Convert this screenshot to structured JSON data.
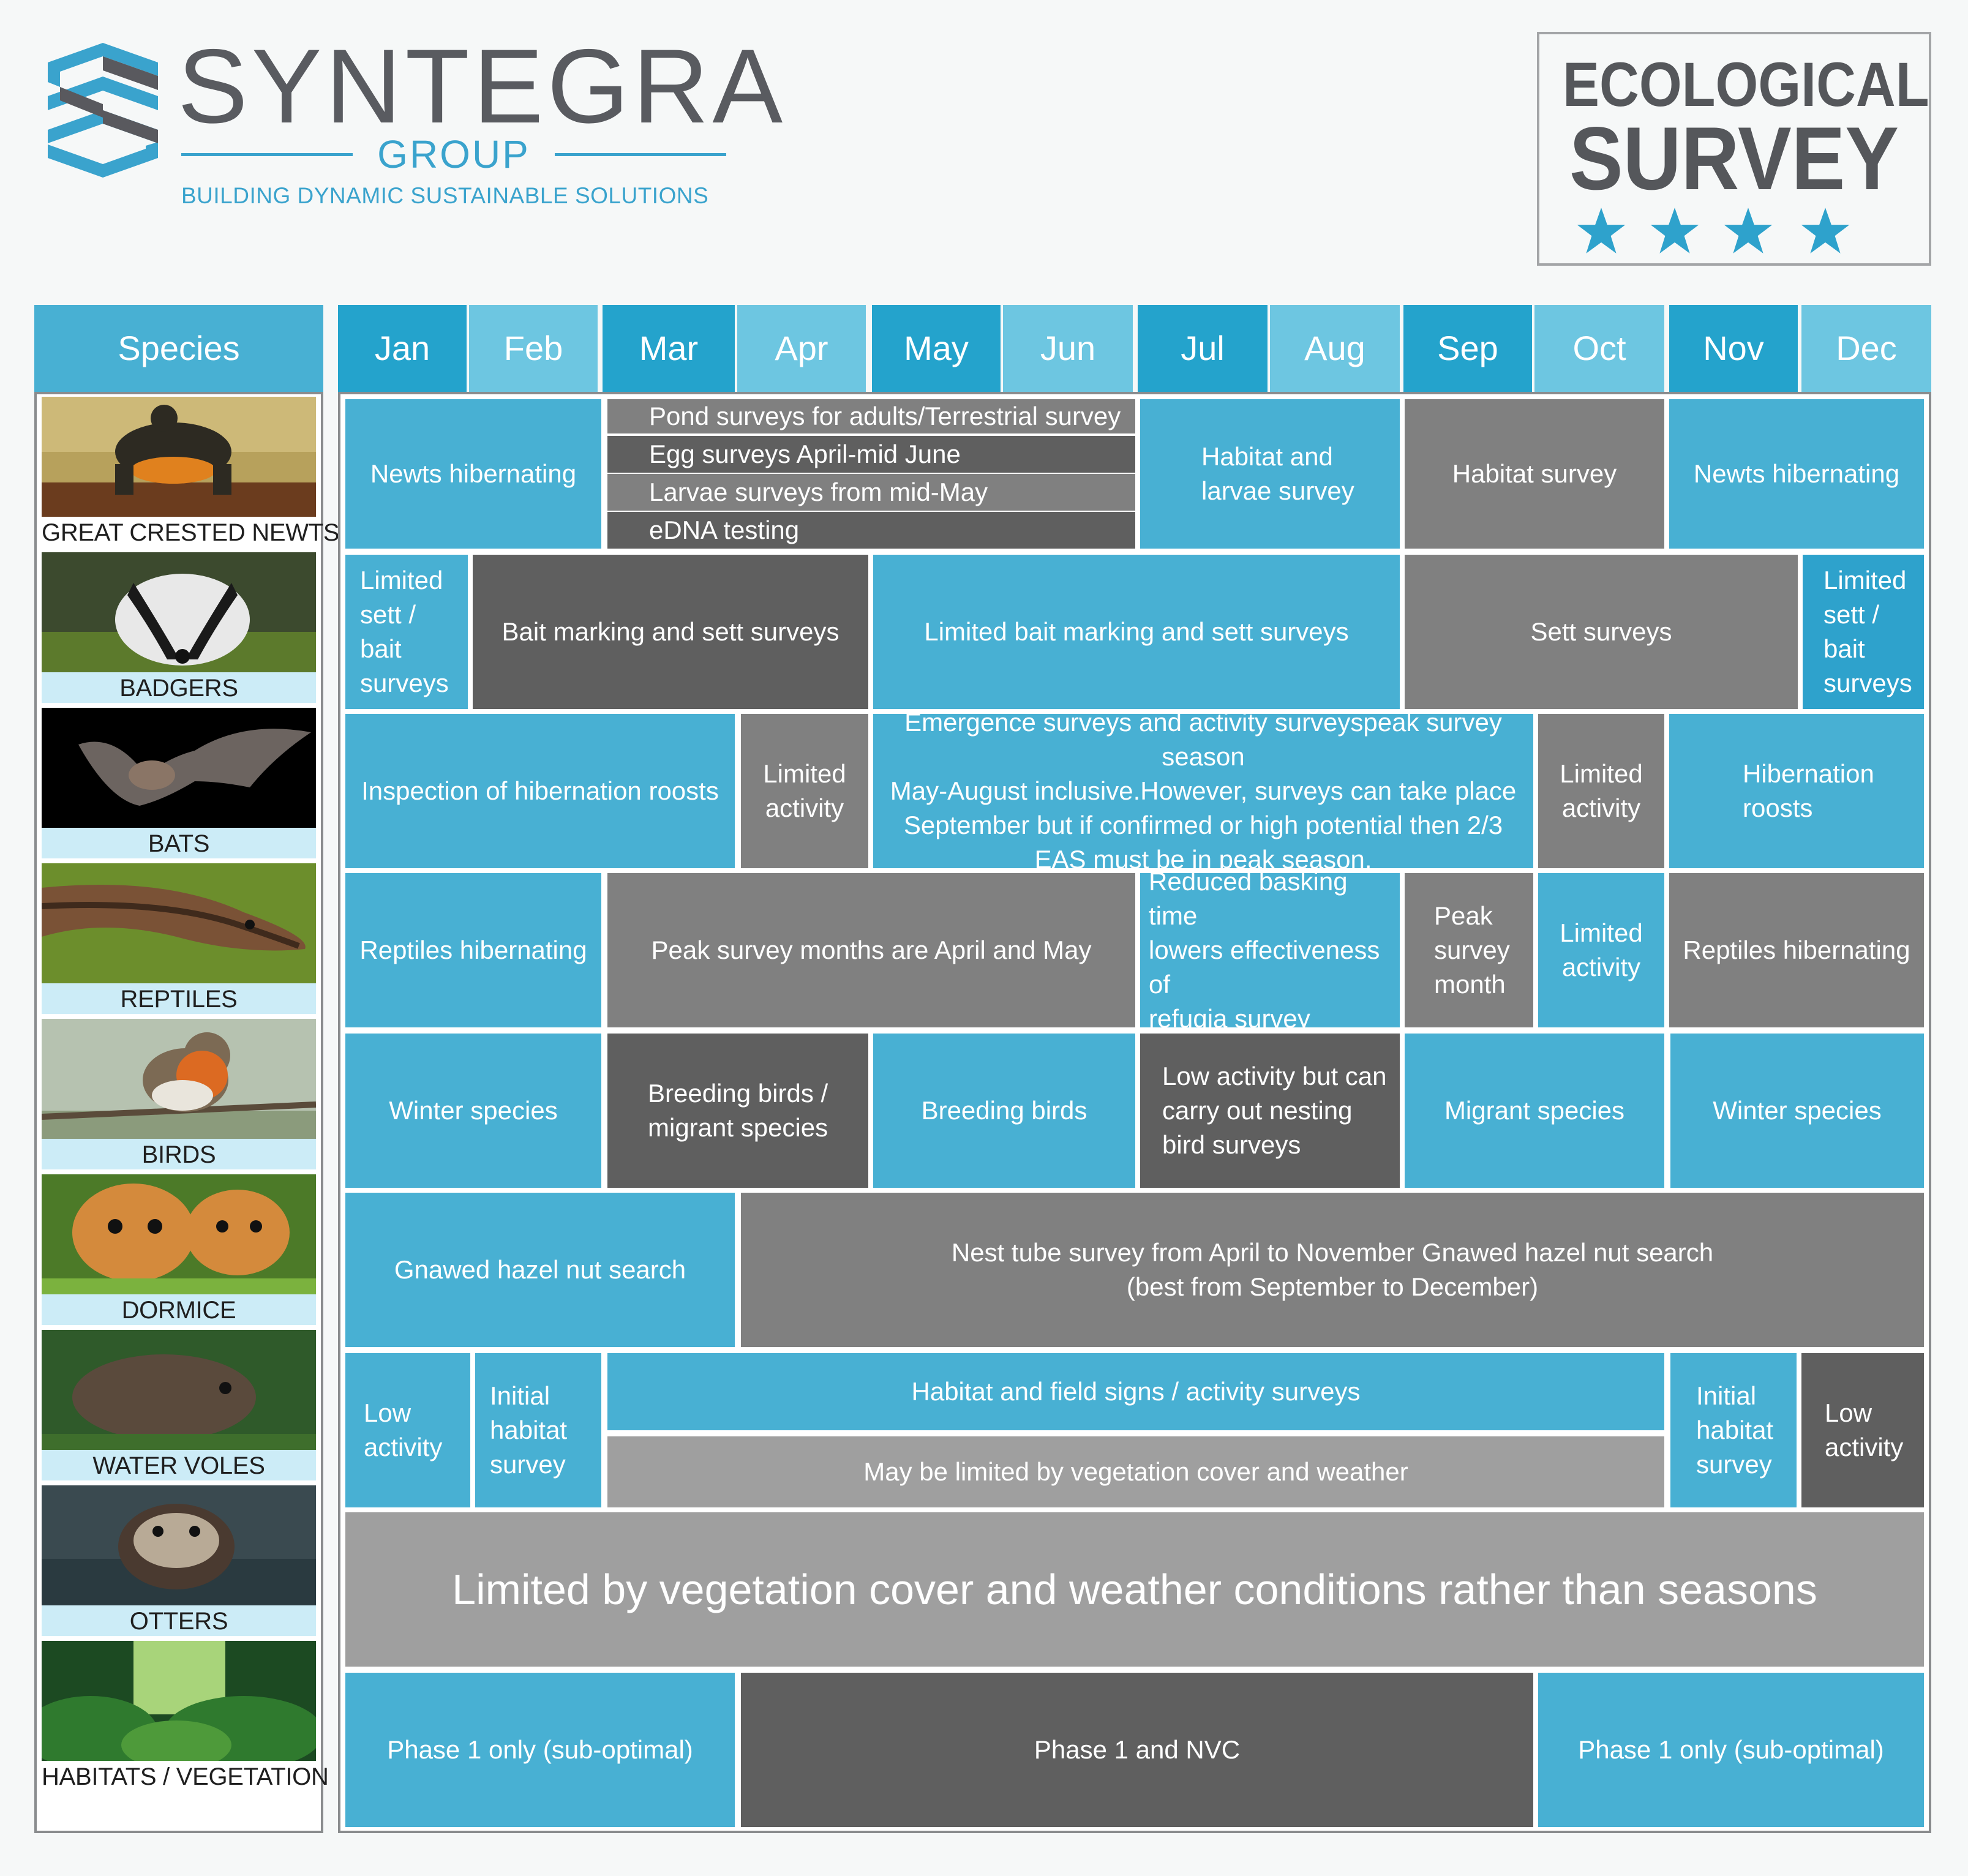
{
  "brand": {
    "name": "SYNTEGRA",
    "group": "GROUP",
    "tagline": "BUILDING DYNAMIC SUSTAINABLE SOLUTIONS",
    "color_blue": "#3aa3cd",
    "color_gray": "#595b60"
  },
  "badge": {
    "line1": "ECOLOGICAL",
    "line2": "SURVEY",
    "stars": 4,
    "star_color": "#2ea2cc"
  },
  "species_header": "Species",
  "months": [
    "Jan",
    "Feb",
    "Mar",
    "Apr",
    "May",
    "Jun",
    "Jul",
    "Aug",
    "Sep",
    "Oct",
    "Nov",
    "Dec"
  ],
  "species": [
    {
      "label": "GREAT CRESTED NEWTS",
      "icon": "newt-photo"
    },
    {
      "label": "BADGERS",
      "icon": "badger-photo"
    },
    {
      "label": "BATS",
      "icon": "bat-photo"
    },
    {
      "label": "REPTILES",
      "icon": "reptile-photo"
    },
    {
      "label": "BIRDS",
      "icon": "robin-photo"
    },
    {
      "label": "DORMICE",
      "icon": "dormouse-photo"
    },
    {
      "label": "WATER VOLES",
      "icon": "water-vole-photo"
    },
    {
      "label": "OTTERS",
      "icon": "otter-photo"
    },
    {
      "label": "HABITATS / VEGETATION",
      "icon": "forest-photo"
    }
  ],
  "rows": {
    "newts": {
      "hibernating_early": "Newts hibernating",
      "strip1": "Pond surveys for adults/Terrestrial survey",
      "strip2": "Egg surveys April-mid June",
      "strip3": "Larvae surveys from mid-May",
      "strip4": "eDNA testing",
      "habitat_larvae": "Habitat and\nlarvae survey",
      "habitat": "Habitat survey",
      "hibernating_late": "Newts hibernating"
    },
    "badgers": {
      "limited_early": "Limited\nsett /\nbait\nsurveys",
      "bait": "Bait marking and sett surveys",
      "limited_bait": "Limited bait marking and sett surveys",
      "sett": "Sett surveys",
      "limited_late": "Limited\nsett /\nbait\nsurveys"
    },
    "bats": {
      "inspection": "Inspection of hibernation roosts",
      "limited1": "Limited\nactivity",
      "emergence": "Emergence surveys and activity surveyspeak survey season\nMay-August inclusive.However, surveys can take place\nSeptember but if confirmed or high potential then 2/3\nEAS must be in peak season.",
      "limited2": "Limited\nactivity",
      "hibernation": "Hibernation\nroosts"
    },
    "reptiles": {
      "hibernating_early": "Reptiles hibernating",
      "peak": "Peak survey months are April and May",
      "reduced": "Reduced basking time\nlowers effectiveness of\nrefugia survey",
      "peak_month": "Peak\nsurvey\nmonth",
      "limited": "Limited\nactivity",
      "hibernating_late": "Reptiles hibernating"
    },
    "birds": {
      "winter_early": "Winter species",
      "breeding_migrant": "Breeding birds /\nmigrant species",
      "breeding": "Breeding birds",
      "low_activity": "Low activity but can\ncarry out nesting\nbird surveys",
      "migrant": "Migrant species",
      "winter_late": "Winter species"
    },
    "dormice": {
      "gnawed": "Gnawed hazel nut search",
      "nest_tube": "Nest tube survey from April to November     Gnawed hazel nut search\n(best from September to December)"
    },
    "water_voles": {
      "low_early": "Low\nactivity",
      "initial_early": "Initial\nhabitat\nsurvey",
      "field_signs": "Habitat and field signs / activity surveys",
      "limited_veg": "May be limited by vegetation cover and weather",
      "initial_late": "Initial\nhabitat\nsurvey",
      "low_late": "Low\nactivity"
    },
    "otters": {
      "note": "Limited by vegetation cover and weather conditions rather than seasons"
    },
    "habitats": {
      "phase1_early": "Phase 1 only (sub-optimal)",
      "nvc": "Phase 1 and NVC",
      "phase1_late": "Phase 1 only (sub-optimal)"
    }
  },
  "colors": {
    "blue": "#48b0d3",
    "month_dark": "#24a3cc",
    "month_light": "#6dc6e1",
    "gray": "#808080",
    "dark_gray": "#5f5f5f",
    "light_gray": "#9f9f9f"
  }
}
